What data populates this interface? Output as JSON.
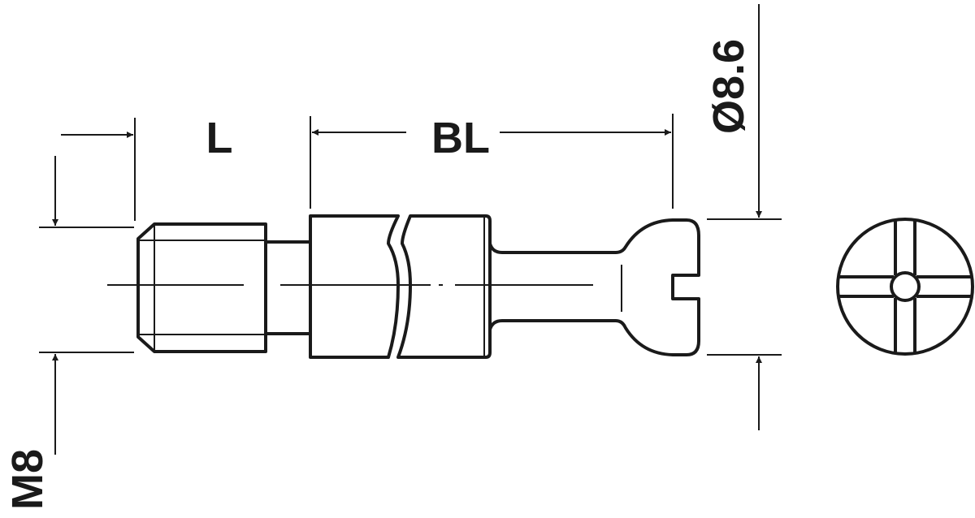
{
  "labels": {
    "length": "L",
    "body_length": "BL",
    "head_diameter": "Ø8.6",
    "thread": "M8"
  },
  "colors": {
    "line": "#1a1a1a",
    "background": "#ffffff"
  }
}
